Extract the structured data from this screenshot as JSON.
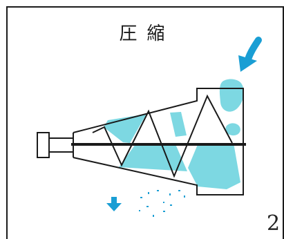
{
  "title": "圧縮",
  "page_number": "2",
  "colors": {
    "fill": "#7dd8e2",
    "arrow": "#1a9ed4",
    "line": "#1a1a1a",
    "background": "#ffffff"
  },
  "icons": {
    "in_arrow": "curved-arrow-down-left",
    "out_arrow": "arrow-down"
  }
}
